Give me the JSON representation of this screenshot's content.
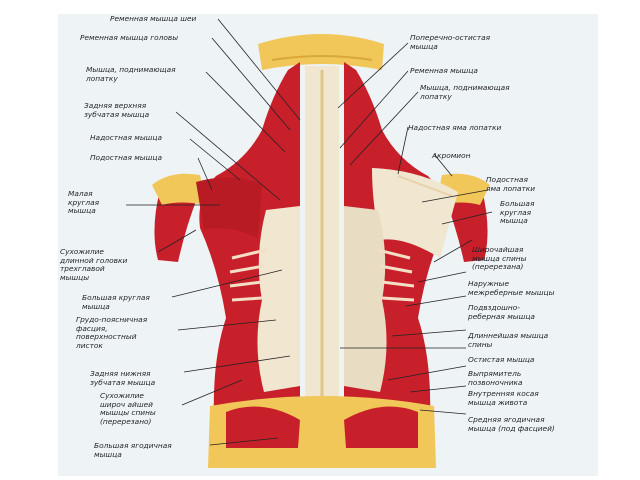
{
  "colors": {
    "background": "#eef3f6",
    "muscle": "#c8202a",
    "muscle_dark": "#a0141c",
    "fascia": "#f1e6cf",
    "bone": "#f2c75a",
    "leader": "#232323"
  },
  "left_labels": [
    {
      "id": "L1",
      "text": "Ременная мышца шеи"
    },
    {
      "id": "L2",
      "text": "Ременная мышца головы"
    },
    {
      "id": "L3",
      "text": "Мышца, поднимающая\nлопатку"
    },
    {
      "id": "L4",
      "text": "Задняя верхняя\nзубчатая мышца"
    },
    {
      "id": "L5",
      "text": "Надостная мышца"
    },
    {
      "id": "L6",
      "text": "Подостная мышца"
    },
    {
      "id": "L7",
      "text": "Малая\nкруглая\nмышца"
    },
    {
      "id": "L8",
      "text": "Сухожилие\nдлинной головки\nтрехглавой\nмышцы"
    },
    {
      "id": "L9",
      "text": "Большая круглая\nмышца"
    },
    {
      "id": "L10",
      "text": "Грудо-поясничная\nфасция,\nповерхностный\nлисток"
    },
    {
      "id": "L11",
      "text": "Задняя нижняя\nзубчатая мышца"
    },
    {
      "id": "L12",
      "text": "Сухожилие\nшироч айшей\nмышцы спины\n(перерезано)"
    },
    {
      "id": "L13",
      "text": "Большая ягодичная\nмышца"
    }
  ],
  "right_labels": [
    {
      "id": "R1",
      "text": "Поперечно-остистая\nмышца"
    },
    {
      "id": "R2",
      "text": "Ременная мышца"
    },
    {
      "id": "R3",
      "text": "Мышца, поднимающая\nлопатку"
    },
    {
      "id": "R4",
      "text": "Надостная яма лопатки"
    },
    {
      "id": "R5",
      "text": "Акромион"
    },
    {
      "id": "R6",
      "text": "Подостная\nяма лопатки"
    },
    {
      "id": "R7",
      "text": "Большая\nкруглая\nмышца"
    },
    {
      "id": "R8",
      "text": "Широчайшая\nмышца спины\n(перерезана)"
    },
    {
      "id": "R9",
      "text": "Наружные\nмежреберные мышцы"
    },
    {
      "id": "R10",
      "text": "Подвздошно-\nреберная мышца"
    },
    {
      "id": "R11",
      "text": "Длиннейшая мышца\nспины"
    },
    {
      "id": "R12",
      "text": "Остистая мышца"
    },
    {
      "id": "R13",
      "text": "Выпрямитель\nпозвоночника"
    },
    {
      "id": "R14",
      "text": "Внутренняя косая\nмышца живота"
    },
    {
      "id": "R15",
      "text": "Средняя ягодичная\nмышца (под фасцией)"
    }
  ]
}
